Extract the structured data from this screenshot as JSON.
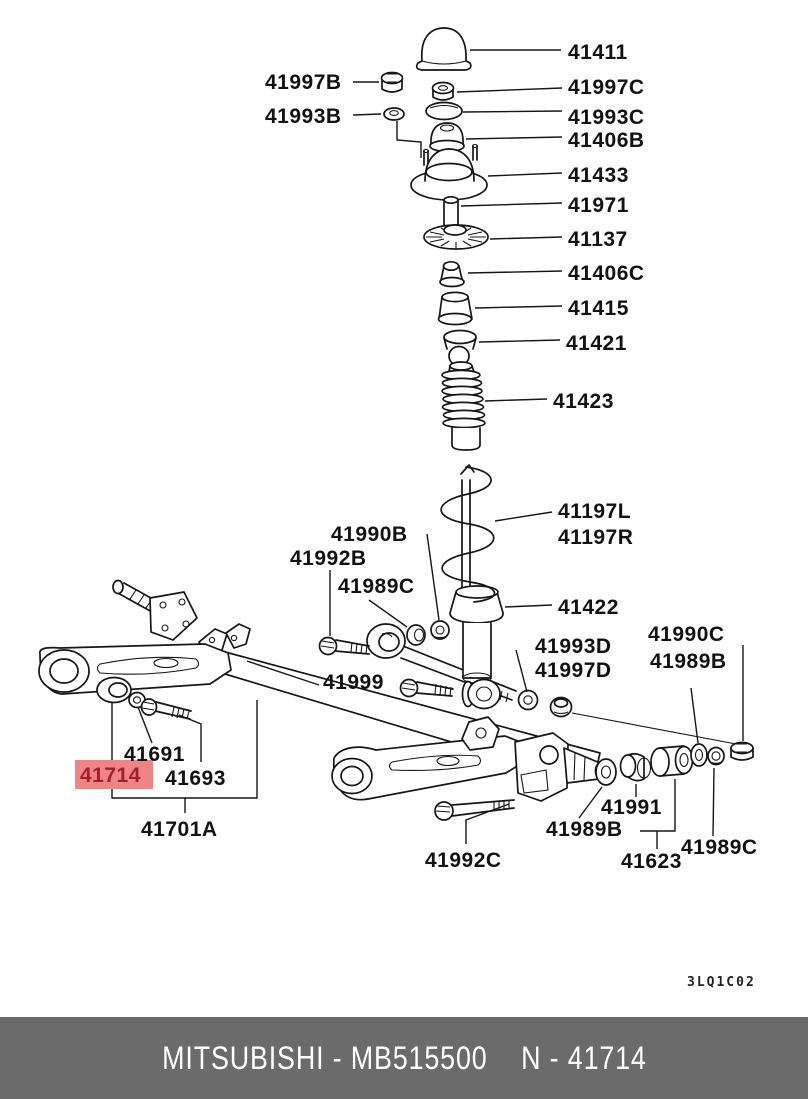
{
  "diagram": {
    "drawing_code": "3LQ1C02",
    "highlight_label": {
      "text": "41714"
    },
    "labels": [
      {
        "text": "41411"
      },
      {
        "text": "41997B"
      },
      {
        "text": "41997C"
      },
      {
        "text": "41993B"
      },
      {
        "text": "41993C"
      },
      {
        "text": "41406B"
      },
      {
        "text": "41433"
      },
      {
        "text": "41971"
      },
      {
        "text": "41137"
      },
      {
        "text": "41406C"
      },
      {
        "text": "41415"
      },
      {
        "text": "41421"
      },
      {
        "text": "41423"
      },
      {
        "text": "41197L"
      },
      {
        "text": "41197R"
      },
      {
        "text": "41422"
      },
      {
        "text": "41990B"
      },
      {
        "text": "41992B"
      },
      {
        "text": "41989C"
      },
      {
        "text": "41999"
      },
      {
        "text": "41993D"
      },
      {
        "text": "41997D"
      },
      {
        "text": "41990C"
      },
      {
        "text": "41989B"
      },
      {
        "text": "41991"
      },
      {
        "text": "41989B"
      },
      {
        "text": "41623"
      },
      {
        "text": "41989C"
      },
      {
        "text": "41992C"
      },
      {
        "text": "41691"
      },
      {
        "text": "41693"
      },
      {
        "text": "41701A"
      }
    ]
  },
  "footer": {
    "left": "MITSUBISHI - MB515500",
    "right": "N - 41714"
  },
  "colors": {
    "footer-bg": "#6b6b6b",
    "hl-bg": "#f08384",
    "hl-fg": "#9e2227",
    "line": "#161616"
  }
}
